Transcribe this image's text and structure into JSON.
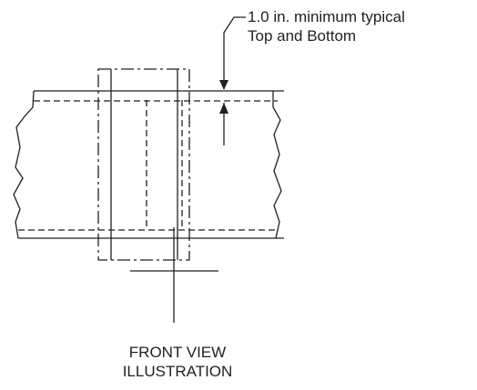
{
  "callout": {
    "line1": "1.0 in. minimum typical",
    "line2": "Top and Bottom"
  },
  "caption": {
    "line1": "FRONT VIEW",
    "line2": "ILLUSTRATION"
  },
  "colors": {
    "ink": "#231f20",
    "background": "#ffffff"
  }
}
